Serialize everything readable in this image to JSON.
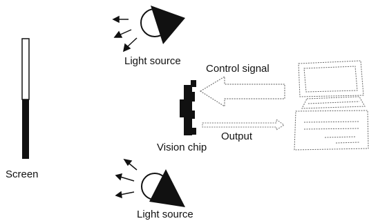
{
  "labels": {
    "light_source_top": "Light source",
    "light_source_bottom": "Light source",
    "control_signal": "Control signal",
    "output": "Output",
    "vision_chip": "Vision chip",
    "screen": "Screen"
  },
  "icons": {
    "light_source": "light-source-icon",
    "vision_chip": "vision-chip-icon",
    "computer": "computer-icon",
    "screen": "screen-icon"
  },
  "colors": {
    "ink": "#111111",
    "outline": "#222222",
    "dotted": "#666666",
    "background": "#ffffff"
  }
}
